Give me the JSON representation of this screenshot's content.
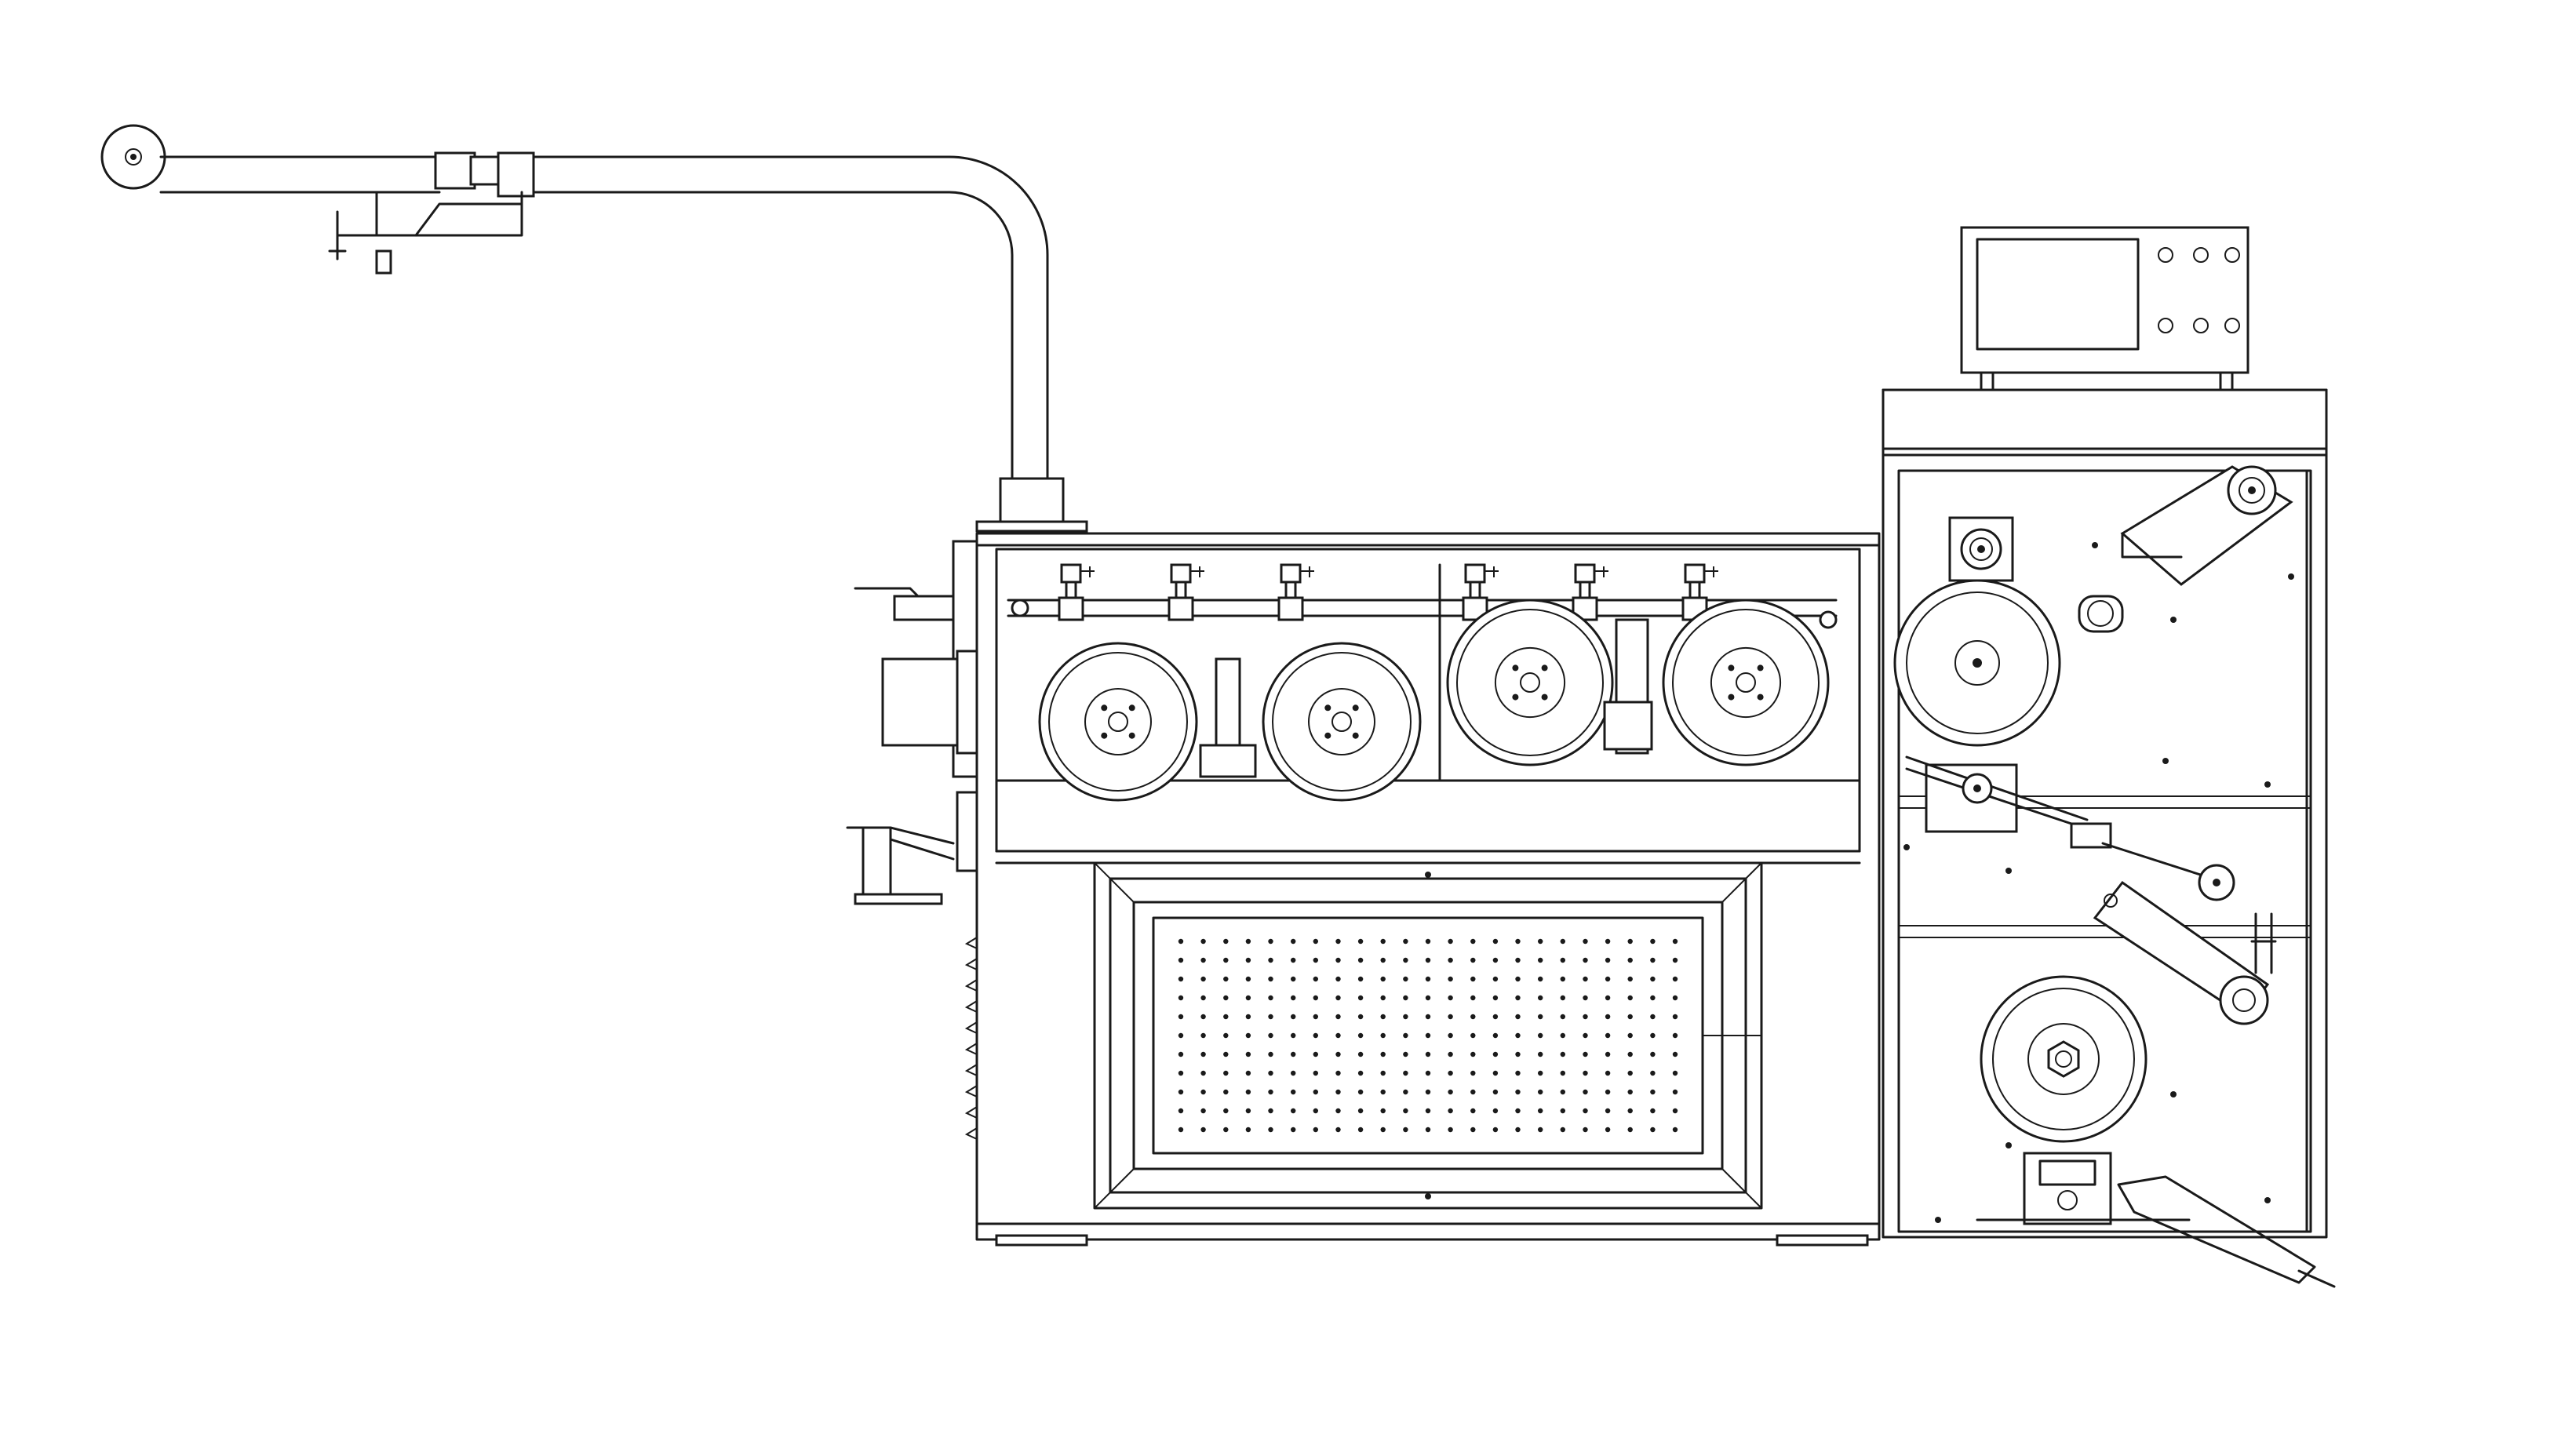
{
  "drawing": {
    "description_text": "",
    "colors": {
      "line": "#1a1a1a",
      "background": "#ffffff"
    },
    "perforated_panel": {
      "rows": 11,
      "cols": 23
    },
    "capstans_count": 4,
    "control_panel": {
      "buttons": 6,
      "screen": 1
    }
  }
}
